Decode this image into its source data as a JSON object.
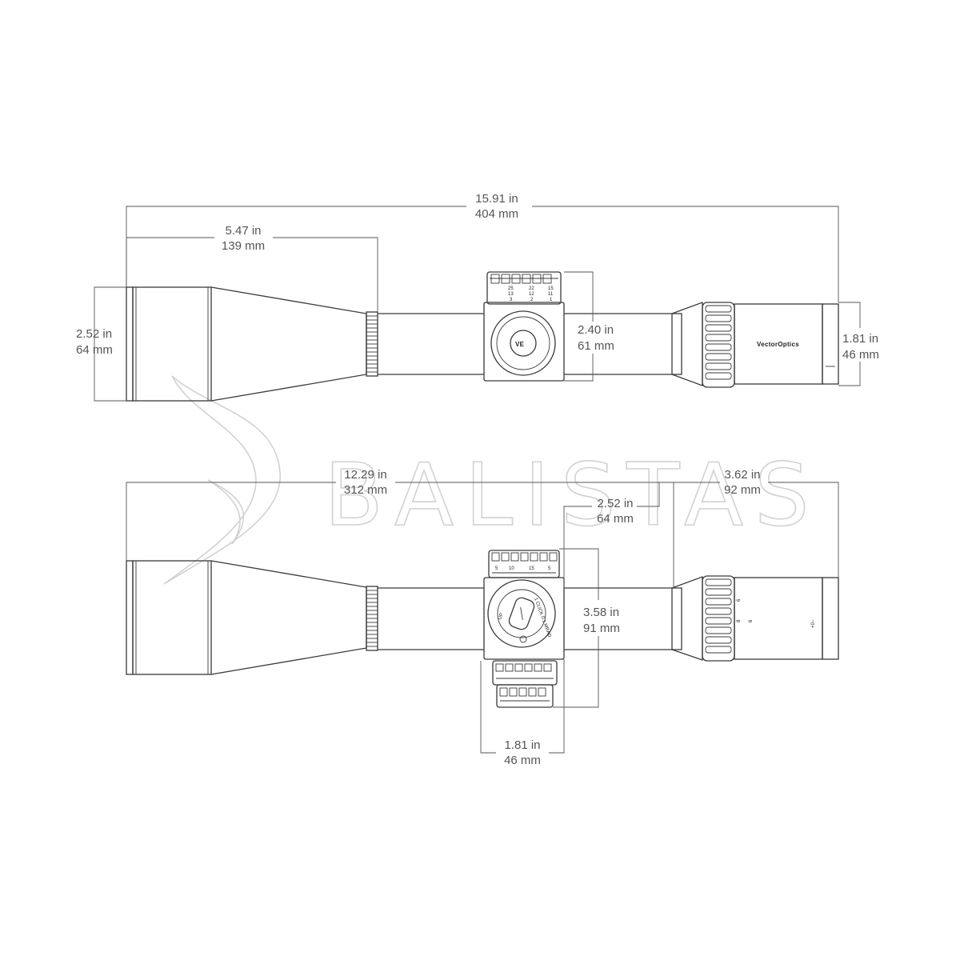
{
  "dimensions": {
    "total_length": {
      "in": "15.91 in",
      "mm": "404 mm"
    },
    "objective_section_length": {
      "in": "5.47 in",
      "mm": "139 mm"
    },
    "objective_diameter": {
      "in": "2.52 in",
      "mm": "64 mm"
    },
    "turret_height_top_view": {
      "in": "2.40 in",
      "mm": "61 mm"
    },
    "eyepiece_diameter": {
      "in": "1.81 in",
      "mm": "46 mm"
    },
    "length_to_rear_of_tube": {
      "in": "12.29 in",
      "mm": "312 mm"
    },
    "eyepiece_section_length": {
      "in": "3.62 in",
      "mm": "92 mm"
    },
    "turret_to_ocular_length": {
      "in": "2.52 in",
      "mm": "64 mm"
    },
    "turret_height_side_view": {
      "in": "3.58 in",
      "mm": "91 mm"
    },
    "turret_width": {
      "in": "1.81 in",
      "mm": "46  mm"
    }
  },
  "labels": {
    "brand_on_scope": "VectorOptics",
    "turret_click_text": "1 CLICK 0.1 MRAD",
    "turret_up_text": "UP",
    "ocular_marks": "+0−",
    "watermark": "BALISTAS"
  },
  "turret_scale": {
    "top_row": [
      "25",
      "22",
      "15"
    ],
    "middle_row": [
      "13",
      "12",
      "11"
    ],
    "bottom_row": [
      "3",
      "2",
      "1"
    ],
    "side_row": [
      "5",
      "10",
      "15",
      "5"
    ],
    "magnification": [
      "6",
      "8",
      "6"
    ]
  },
  "colors": {
    "line": "#3a3a3a",
    "dimension": "#555555",
    "watermark": "#d2d2d2",
    "background": "#ffffff"
  }
}
